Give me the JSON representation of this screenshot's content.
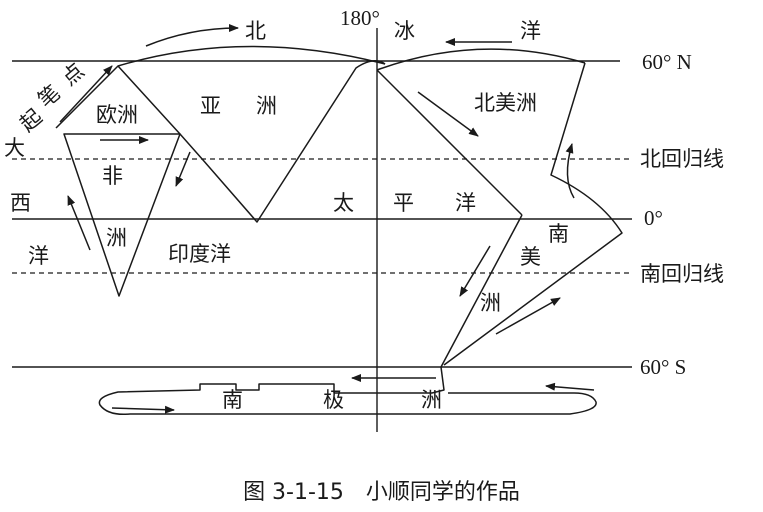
{
  "latitudes": {
    "n60": "60° N",
    "tropic_cancer": "北回归线",
    "equator": "0°",
    "tropic_capricorn": "南回归线",
    "s60": "60° S"
  },
  "meridian": "180°",
  "oceans": {
    "arctic": [
      "北",
      "冰",
      "洋"
    ],
    "atlantic": [
      "大",
      "西",
      "洋"
    ],
    "pacific": [
      "太",
      "平",
      "洋"
    ],
    "indian": "印度洋"
  },
  "continents": {
    "europe": "欧洲",
    "asia": [
      "亚",
      "洲"
    ],
    "africa": [
      "非",
      "洲"
    ],
    "north_america": "北美洲",
    "south_america": [
      "南",
      "美",
      "洲"
    ],
    "antarctica": [
      "南",
      "极",
      "洲"
    ]
  },
  "start_point": [
    "起",
    "笔",
    "点"
  ],
  "caption": "图 3-1-15　小顺同学的作品"
}
